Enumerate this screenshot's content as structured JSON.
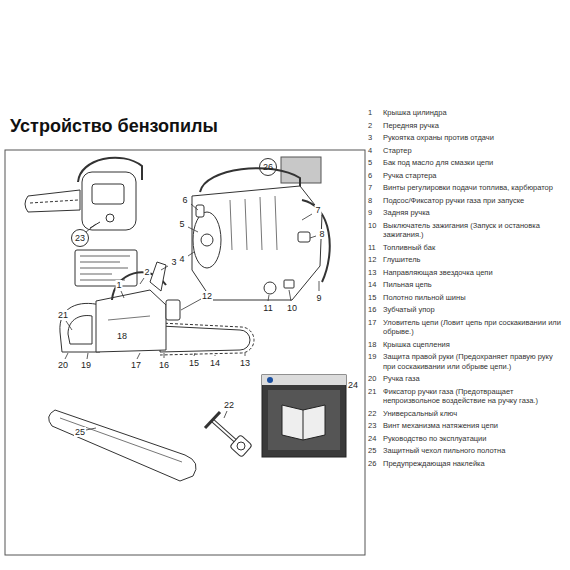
{
  "diagram": {
    "title": "Устройство бензопилы",
    "labels": [
      "26",
      "7",
      "6",
      "5",
      "4",
      "8",
      "11",
      "10",
      "9",
      "23",
      "1",
      "2",
      "3",
      "12",
      "21",
      "18",
      "17",
      "16",
      "15",
      "14",
      "13",
      "20",
      "19",
      "22",
      "24",
      "25",
      "1",
      "Крышка цилиндра",
      "2",
      "Передняя ручка",
      "3",
      "Рукоятка охраны против отдачи",
      "4",
      "Стартер",
      "5",
      "Бак под масло для смазки цепи",
      "6",
      "Ручка стартера",
      "7",
      "Винты регулировки подачи топлива, карбюратор",
      "8",
      "Подсос/Фиксатор ручки газа при запуске",
      "9",
      "Задняя ручка",
      "10",
      "Выключатель зажигания (Запуск и остановка зажигания.)",
      "11",
      "Топливный бак",
      "12",
      "Глушитель",
      "13",
      "Направляющая звездочка цепи",
      "14",
      "Пильная цепь",
      "15",
      "Полотно пильной шины",
      "16",
      "Зубчатый упор",
      "17",
      "Уловитель цепи (Ловит цепь при соскакивании или обрыве.)",
      "18",
      "Крышка сцепления",
      "19",
      "Защита правой руки (Предохраняет правую руку при соскакивании или обрыве цепи.)",
      "20",
      "Ручка газа",
      "21",
      "Фиксатор ручки газа (Предотвращает непроизвольное воздействие на ручку газа.)",
      "22",
      "Универсальный ключ",
      "23",
      "Винт механизма натяжения цепи",
      "24",
      "Руководство по эксплуатации",
      "25",
      "Защитный чехол пильного полотна",
      "26",
      "Предупреждающая наклейка"
    ]
  }
}
